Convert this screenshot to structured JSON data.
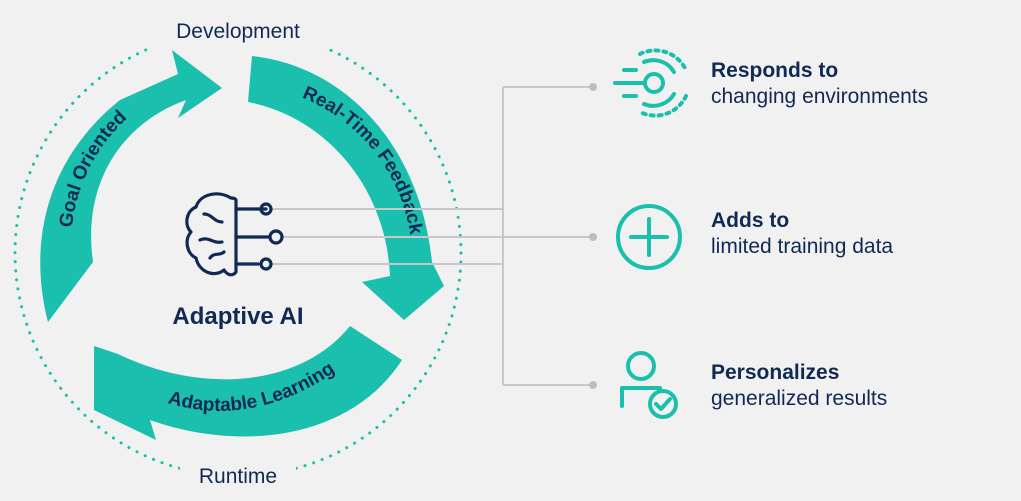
{
  "diagram": {
    "center_label": "Adaptive AI",
    "top_label": "Development",
    "bottom_label": "Runtime",
    "cycle": {
      "left_arrow": "Goal Oriented",
      "right_arrow": "Real-Time Feedback",
      "bottom_arrow": "Adaptable Learning"
    },
    "benefits": [
      {
        "title": "Responds to",
        "text": "changing environments",
        "icon": "radar-target-icon"
      },
      {
        "title": "Adds to",
        "text": "limited training data",
        "icon": "plus-circle-icon"
      },
      {
        "title": "Personalizes",
        "text": "generalized results",
        "icon": "user-check-icon"
      }
    ],
    "colors": {
      "background": "#f1f1f1",
      "teal": "#1bbfad",
      "navy": "#102a54",
      "connector": "#c8c8c8"
    }
  }
}
